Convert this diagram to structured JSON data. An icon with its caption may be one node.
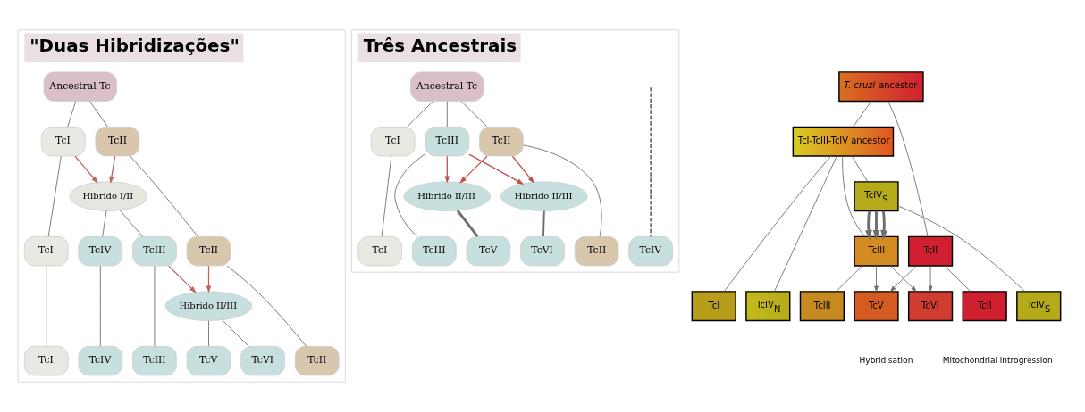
{
  "diagram": {
    "nodes": [
      {
        "text": [
          "\"Duas Hibridizações\""
        ]
      },
      {
        "text": [
          "Ancestral Tc"
        ],
        "in": 0
      },
      {
        "text": [
          "TcI"
        ],
        "in": 0
      },
      {
        "text": [
          "Hibrido I/II"
        ],
        "in": 0
      },
      {
        "text": [
          "TcII"
        ],
        "in": 0
      },
      {
        "text": [
          "TcI"
        ],
        "in": 0
      },
      {
        "text": [
          "TcIV"
        ],
        "in": 0
      },
      {
        "text": [
          "TcIII"
        ],
        "in": 0
      },
      {
        "text": [
          "TcII"
        ],
        "in": 0
      },
      {
        "text": [
          "Hibrido II/III"
        ],
        "in": 0
      },
      {
        "text": [
          "TcI"
        ],
        "in": 0
      },
      {
        "text": [
          "TcIV"
        ],
        "in": 0
      },
      {
        "text": [
          "TcIII"
        ],
        "in": 0
      },
      {
        "text": [
          "TcV"
        ],
        "in": 0
      },
      {
        "text": [
          "TcVI"
        ],
        "in": 0
      },
      {
        "text": [
          "TcII"
        ],
        "in": 0
      },
      {
        "text": [
          "Três Ancestrais"
        ]
      },
      {
        "text": [
          "Ancestral Tc"
        ],
        "in": 16
      },
      {
        "text": [
          "TcI"
        ],
        "in": 16
      },
      {
        "text": [
          "TcII"
        ],
        "in": 16
      },
      {
        "text": [
          "TcIII"
        ],
        "in": 16
      },
      {
        "text": [
          "Hibrido II/III"
        ],
        "in": 16
      },
      {
        "text": [
          "Hibrido II/III"
        ],
        "in": 16
      },
      {
        "text": [
          "TcI"
        ],
        "in": 16
      },
      {
        "text": [
          "TcII"
        ],
        "in": 16
      },
      {
        "text": [
          "TcV"
        ],
        "in": 16
      },
      {
        "text": [
          "TcVI"
        ],
        "in": 16
      },
      {
        "text": [
          "TcIII"
        ],
        "in": 16
      },
      {
        "text": [
          "TcIV"
        ],
        "in": 16
      },
      {
        "text": [
          "*T. cruzi* ancestor"
        ]
      },
      {
        "text": [
          "TcI-TcIII-TcIV ancestor"
        ]
      },
      {
        "text": [
          "TcIV$_{S}$"
        ]
      },
      {
        "text": [
          "TcIII"
        ]
      },
      {
        "text": [
          "TcII"
        ]
      },
      {
        "text": [
          "TcIV$_{N}$"
        ]
      },
      {
        "text": [
          "TcIV$_{S}$"
        ]
      },
      {
        "text": [
          "TcI"
        ]
      },
      {
        "text": [
          "TcIII"
        ]
      },
      {
        "text": [
          "TcV"
        ]
      },
      {
        "text": [
          "TcVI"
        ]
      },
      {
        "text": [
          "TcII"
        ]
      }
    ],
    "edges": [
      {
        "from": 1,
        "to": 2,
        "arrow": "none"
      },
      {
        "from": 1,
        "to": 4,
        "arrow": "none"
      },
      {
        "from": 2,
        "to": 3,
        "arrow": "to",
        "color": "#c0605f"
      },
      {
        "from": 4,
        "to": 3,
        "arrow": "to",
        "color": "#c0605f"
      },
      {
        "from": 2,
        "to": 5,
        "arrow": "none"
      },
      {
        "from": 4,
        "to": 8,
        "arrow": "none"
      },
      {
        "from": 3,
        "to": 6,
        "arrow": "none"
      },
      {
        "from": 3,
        "to": 7,
        "arrow": "none"
      },
      {
        "from": 5,
        "to": 10,
        "arrow": "none"
      },
      {
        "from": 6,
        "to": 11,
        "arrow": "none"
      },
      {
        "from": 7,
        "to": 12,
        "arrow": "none"
      },
      {
        "from": 7,
        "to": 9,
        "arrow": "to",
        "color": "#c0605f"
      },
      {
        "from": 8,
        "to": 9,
        "arrow": "to",
        "color": "#c0605f"
      },
      {
        "from": 8,
        "to": 15,
        "arrow": "none"
      },
      {
        "from": 9,
        "to": 13,
        "arrow": "none"
      },
      {
        "from": 9,
        "to": 14,
        "arrow": "none"
      },
      {
        "from": 17,
        "to": 18,
        "arrow": "none"
      },
      {
        "from": 17,
        "to": 19,
        "arrow": "none"
      },
      {
        "from": 17,
        "to": 20,
        "arrow": "none"
      },
      {
        "from": 19,
        "to": 21,
        "arrow": "to",
        "color": "#c0504d"
      },
      {
        "from": 19,
        "to": 22,
        "arrow": "to",
        "color": "#c0504d"
      },
      {
        "from": 20,
        "to": 21,
        "arrow": "to",
        "color": "#c0504d"
      },
      {
        "from": 20,
        "to": 22,
        "arrow": "to",
        "color": "#c0504d"
      },
      {
        "from": 18,
        "to": 23,
        "arrow": "none"
      },
      {
        "from": 19,
        "to": 24,
        "arrow": "none"
      },
      {
        "from": 21,
        "to": 25,
        "arrow": "none",
        "style": "thick"
      },
      {
        "from": 22,
        "to": 26,
        "arrow": "none",
        "style": "thick"
      },
      {
        "from": 20,
        "to": 27,
        "arrow": "none"
      },
      {
        "from": null,
        "to": 28,
        "arrow": "none",
        "style": "dashed"
      },
      {
        "from": 29,
        "to": 30,
        "arrow": "none"
      },
      {
        "from": 29,
        "to": 33,
        "arrow": "none"
      },
      {
        "from": 30,
        "to": 34,
        "arrow": "none"
      },
      {
        "from": 30,
        "to": 31,
        "arrow": "none"
      },
      {
        "from": 30,
        "to": 36,
        "arrow": "none"
      },
      {
        "from": 30,
        "to": 32,
        "arrow": "none"
      },
      {
        "from": 31,
        "to": 32,
        "arrow": "to",
        "style": "thick"
      },
      {
        "from": 31,
        "to": 32,
        "arrow": "to",
        "style": "thick"
      },
      {
        "from": 31,
        "to": 32,
        "arrow": "to",
        "style": "thick"
      },
      {
        "from": 31,
        "to": 35,
        "arrow": "none"
      },
      {
        "from": 32,
        "to": 37,
        "arrow": "none"
      },
      {
        "from": 32,
        "to": 38,
        "arrow": "to"
      },
      {
        "from": 32,
        "to": 39,
        "arrow": "to"
      },
      {
        "from": 33,
        "to": 38,
        "arrow": "to"
      },
      {
        "from": 33,
        "to": 39,
        "arrow": "to"
      },
      {
        "from": 33,
        "to": 40,
        "arrow": "none"
      }
    ],
    "legend": [
      {
        "text": "Hybridisation"
      },
      {
        "text": "Mitochondrial introgression"
      }
    ]
  }
}
